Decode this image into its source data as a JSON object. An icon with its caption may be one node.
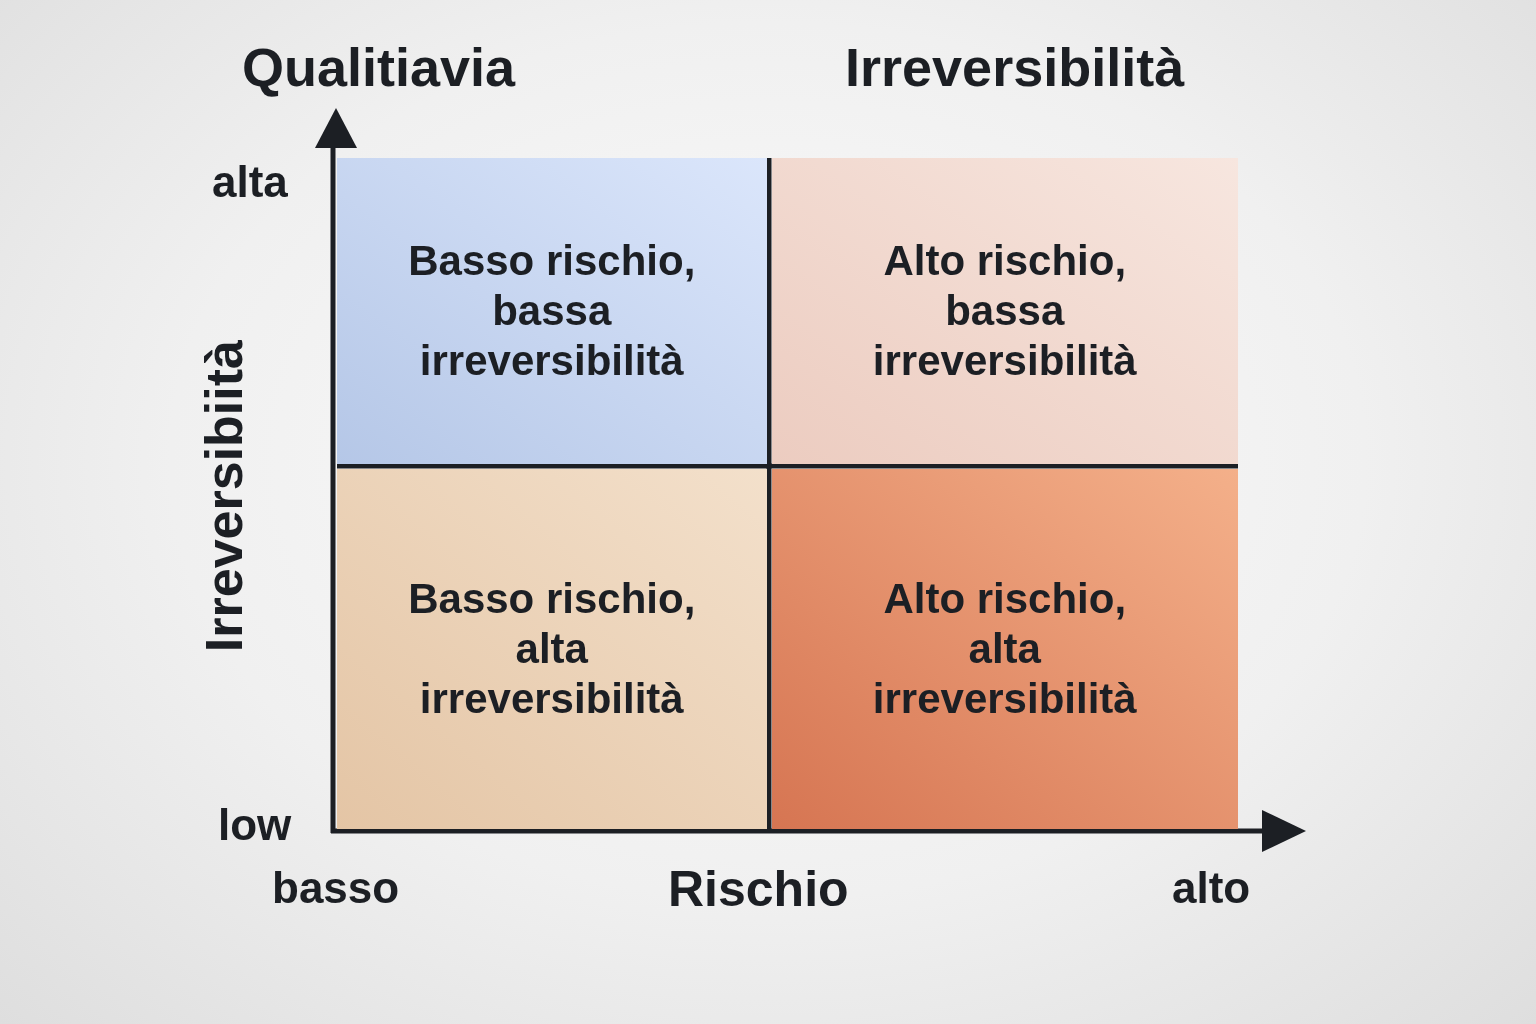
{
  "diagram": {
    "nodes": [
      {
        "text": [
          "Basso rischio, bassa irreversibilità"
        ]
      },
      {
        "text": [
          "Alto rischio, bassa irreversibilità"
        ]
      },
      {
        "text": [
          "Basso rischio, alta irreversibilità"
        ]
      },
      {
        "text": [
          "Alto rischio, alta irreversibilità"
        ]
      }
    ],
    "labels": [
      "Qualitiavia",
      "Irreversibilità",
      "alta",
      "Irreversibiità",
      "low",
      "basso",
      "Rischio",
      "alto"
    ]
  }
}
